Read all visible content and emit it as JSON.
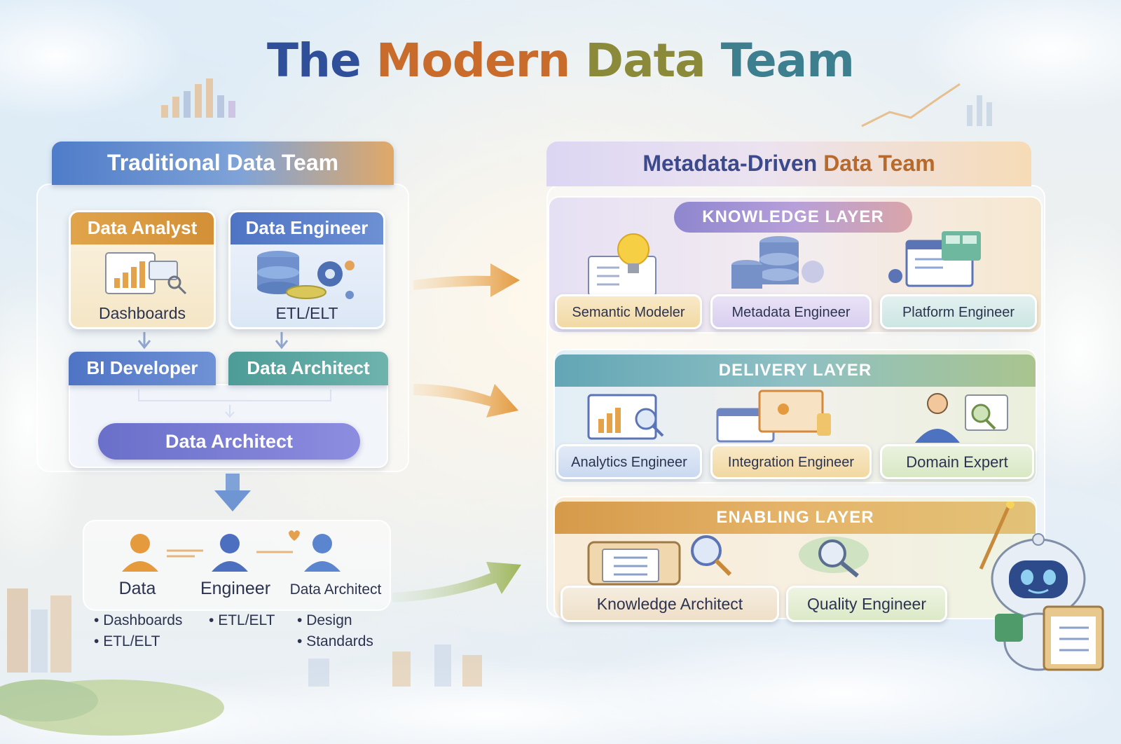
{
  "title": {
    "part1": "The",
    "part2": "Modern",
    "part3": "Data",
    "part4": "Team"
  },
  "traditional": {
    "header": "Traditional Data Team",
    "analyst": {
      "label": "Data Analyst",
      "caption": "Dashboards"
    },
    "engineer": {
      "label": "Data Engineer",
      "caption": "ETL/ELT"
    },
    "bi_developer": "BI Developer",
    "data_architect_top": "Data Architect",
    "data_architect_merged": "Data Architect",
    "summary": {
      "roles": [
        "Data",
        "Engineer",
        "Data Architect"
      ],
      "bullets_col1": [
        "Dashboards",
        "ETL/ELT"
      ],
      "bullets_col2": [
        "ETL/ELT"
      ],
      "bullets_col3": [
        "Design",
        "Standards"
      ]
    }
  },
  "metadata_driven": {
    "header_part1": "Metadata-Driven",
    "header_part2": "Data Team",
    "knowledge_layer": {
      "title": "KNOWLEDGE LAYER",
      "roles": [
        "Semantic Modeler",
        "Metadata Engineer",
        "Platform Engineer"
      ]
    },
    "delivery_layer": {
      "title": "DELIVERY LAYER",
      "roles": [
        "Analytics Engineer",
        "Integration Engineer",
        "Domain Expert"
      ]
    },
    "enabling_layer": {
      "title": "ENABLING LAYER",
      "roles": [
        "Knowledge Architect",
        "Quality Engineer"
      ]
    }
  },
  "colors": {
    "title_blue": "#2f4f9a",
    "title_orange": "#c96b2a",
    "title_olive": "#8a8a3a",
    "title_teal": "#3d7f8e",
    "arrow_orange": "#e6a04c"
  }
}
